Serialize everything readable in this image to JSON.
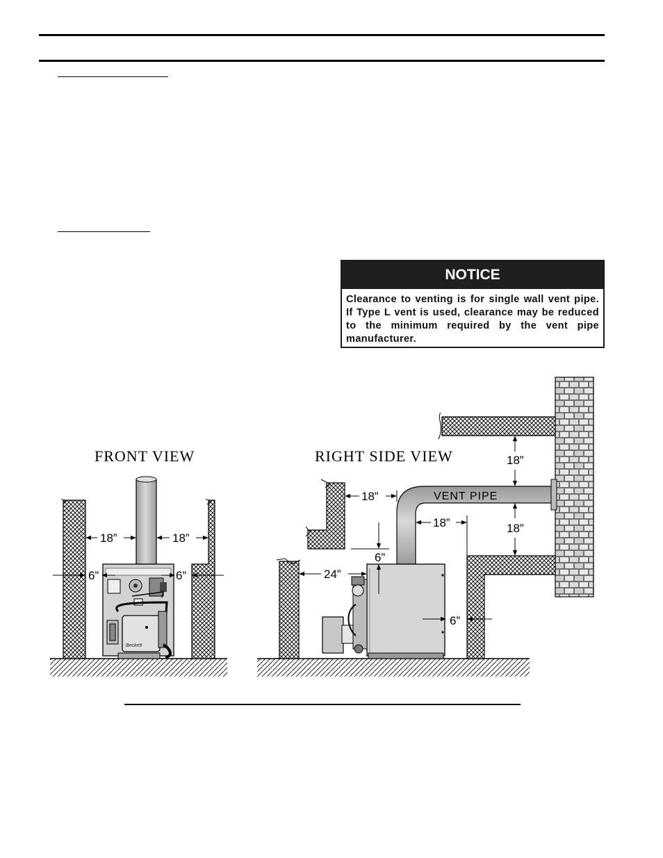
{
  "notice": {
    "title": "NOTICE",
    "body": "Clearance to venting is for single wall vent pipe.  If Type L vent is used, clearance may be reduced to the minimum required by the vent pipe manufacturer."
  },
  "figure": {
    "front_view_title": "FRONT  VIEW",
    "side_view_title": "RIGHT  SIDE  VIEW",
    "front_dims": {
      "left_side": "18”",
      "right_side": "18”",
      "left_front": "6”",
      "right_front": "6”"
    },
    "side_dims": {
      "vent_upper": "18”",
      "vent_lower": "18”",
      "vent_left": "18”",
      "vent_elbow": "18”",
      "top": "6”",
      "front": "24”",
      "rear": "6”"
    },
    "vent_label": "VENT  PIPE",
    "burner_brand": "Beckett"
  }
}
